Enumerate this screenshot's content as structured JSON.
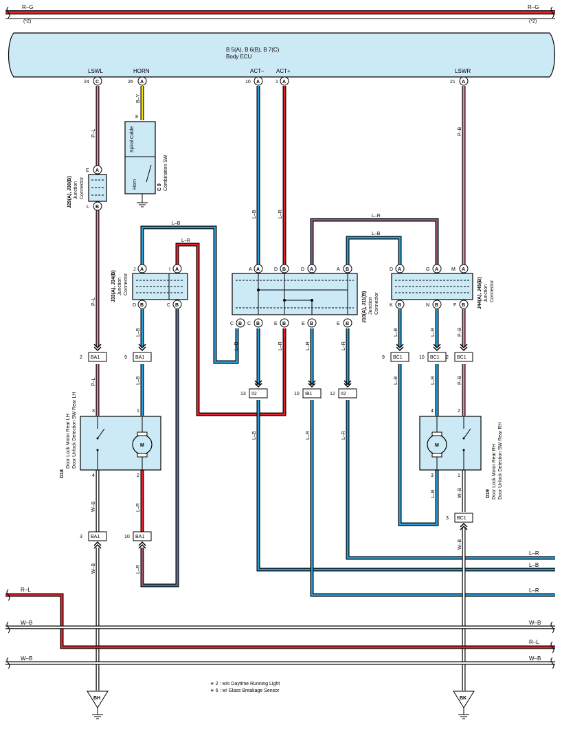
{
  "top_bus": {
    "left": "R–G",
    "right": "R–G",
    "note_left": "(*2)",
    "note_right": "(*2)"
  },
  "ecu": {
    "codes": "B 5(A), B 6(B), B 7(C)",
    "name": "Body ECU",
    "pins": [
      {
        "label": "LSWL",
        "pin": "24",
        "conn": "C"
      },
      {
        "label": "HORN",
        "pin": "26",
        "conn": "A"
      },
      {
        "label": "ACT–",
        "pin": "10",
        "conn": "A"
      },
      {
        "label": "ACT+",
        "pin": "1",
        "conn": "A"
      },
      {
        "label": "LSWR",
        "pin": "21",
        "conn": "A"
      }
    ]
  },
  "wire_labels": {
    "p_l": "P–L",
    "b_y": "B–Y",
    "l_b": "L–B",
    "l_r": "L–R",
    "p_b": "P–B",
    "w_b": "W–B",
    "r_l": "R–L",
    "pin8": "8"
  },
  "combination_sw": {
    "code": "C 9",
    "name": "Combination SW",
    "spiral": "Spiral Cable",
    "horn": "Horn"
  },
  "j29": {
    "codes": "J29(A), J30(B)",
    "name1": "Junction",
    "name2": "Connector",
    "top_pin": "E",
    "top_conn": "A",
    "bot_pin": "L",
    "bot_conn": "B"
  },
  "j33": {
    "codes": "J33(A), J34(B)",
    "name1": "Junction",
    "name2": "Connector",
    "top": [
      [
        "J",
        "A"
      ],
      [
        "I",
        "A"
      ]
    ],
    "bot": [
      [
        "D",
        "B"
      ],
      [
        "C",
        "B"
      ]
    ]
  },
  "j10": {
    "codes": "J10(A), J11(B)",
    "name1": "Junction",
    "name2": "Connector",
    "top": [
      [
        "A",
        "A"
      ],
      [
        "D",
        "B"
      ],
      [
        "D",
        "A"
      ],
      [
        "A",
        "B"
      ]
    ],
    "bot": [
      [
        "C",
        "B"
      ],
      [
        "C",
        "B"
      ],
      [
        "E",
        "B"
      ],
      [
        "E",
        "B"
      ],
      [
        "E",
        "B"
      ]
    ]
  },
  "j44": {
    "codes": "J44(A), J45(B)",
    "name1": "Junction",
    "name2": "Connector",
    "top": [
      [
        "D",
        "A"
      ],
      [
        "G",
        "A"
      ],
      [
        "M",
        "A"
      ]
    ],
    "bot": [
      [
        "K",
        "B"
      ],
      [
        "N",
        "B"
      ],
      [
        "F",
        "B"
      ]
    ]
  },
  "connectors": {
    "ba1_2": {
      "pin": "2",
      "name": "BA1"
    },
    "ba1_9": {
      "pin": "9",
      "name": "BA1"
    },
    "ba1_3": {
      "pin": "3",
      "name": "BA1"
    },
    "ba1_10": {
      "pin": "10",
      "name": "BA1"
    },
    "ii2_13": {
      "pin": "13",
      "name": "II2"
    },
    "ib1_10": {
      "pin": "10",
      "name": "IB1"
    },
    "ii2_12": {
      "pin": "12",
      "name": "II2"
    },
    "bc1_9": {
      "pin": "9",
      "name": "BC1"
    },
    "bc1_10": {
      "pin": "10",
      "name": "BC1"
    },
    "bc1_2": {
      "pin": "2",
      "name": "BC1"
    },
    "bc1_3": {
      "pin": "3",
      "name": "BC1"
    }
  },
  "d18": {
    "code": "D18",
    "line1": "Door Lock Motor Rear LH",
    "line2": "Door Unlock Detection SW Rear LH",
    "pins": [
      "3",
      "1",
      "4",
      "2"
    ],
    "motor": "M"
  },
  "d19": {
    "code": "D19",
    "line1": "Door Lock Motor Rear RH",
    "line2": "Door Unlock Detection SW Rear RH",
    "pins": [
      "4",
      "2",
      "3",
      "1"
    ],
    "motor": "M"
  },
  "right_labels": [
    "L–R",
    "L–B",
    "L–R"
  ],
  "bus_labels": {
    "r_l_left": "R–L",
    "w_b_1_left": "W–B",
    "w_b_1_right": "W–B",
    "r_l_right": "R–L",
    "w_b_2_left": "W–B",
    "w_b_2_right": "W–B"
  },
  "grounds": {
    "left": "BH",
    "right": "BK"
  },
  "notes": [
    "∗ 2 : w/o Daytime Running Light",
    "∗ 6 : w/ Glass Breakage Sensor"
  ],
  "colors": {
    "red": "#e8202a",
    "blue": "#2b9fd8",
    "pink": "#e784b2",
    "yellow": "#f5e000",
    "box": "#cce9f6"
  }
}
